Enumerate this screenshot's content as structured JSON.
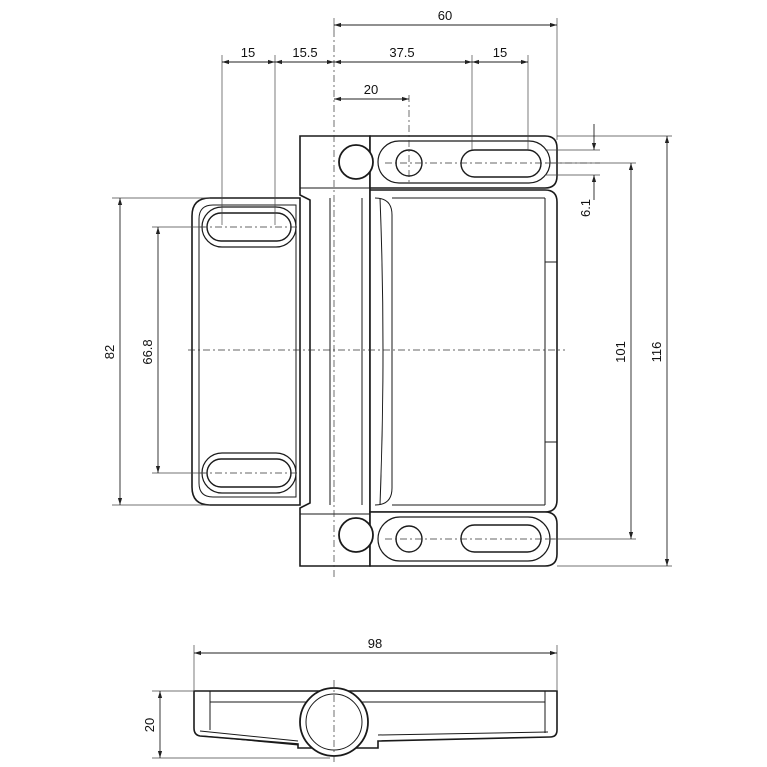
{
  "dimensions": {
    "top_total": "60",
    "top_left_a": "15",
    "top_left_b": "15.5",
    "top_mid": "37.5",
    "top_right": "15",
    "top_hole": "20",
    "right_small": "6.1",
    "right_inner": "101",
    "right_outer": "116",
    "left_outer": "82",
    "left_inner": "66.8",
    "bottom_width": "98",
    "side_height": "20"
  },
  "colors": {
    "line": "#1a1a1a",
    "background": "#ffffff"
  }
}
